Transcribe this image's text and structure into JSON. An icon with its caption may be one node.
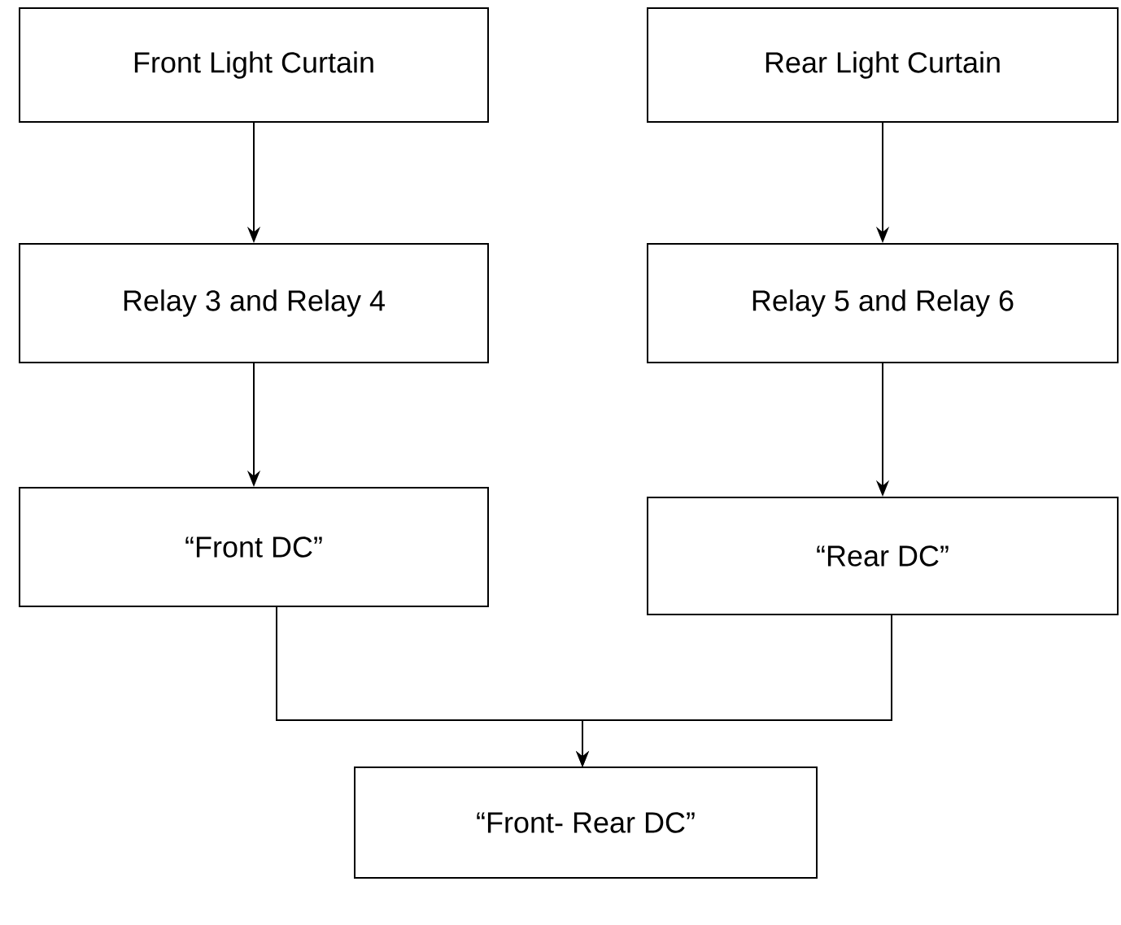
{
  "diagram": {
    "nodes": [
      {
        "text": [
          "Front Light Curtain"
        ]
      },
      {
        "text": [
          "Rear Light Curtain"
        ]
      },
      {
        "text": [
          "Relay 3 and Relay 4"
        ]
      },
      {
        "text": [
          "Relay 5 and Relay 6"
        ]
      },
      {
        "text": [
          "“Front DC”"
        ]
      },
      {
        "text": [
          "“Rear DC”"
        ]
      },
      {
        "text": [
          "“Front- Rear DC”"
        ]
      }
    ],
    "edges": [
      {
        "from": 0,
        "to": 2,
        "arrow": "to"
      },
      {
        "from": 1,
        "to": 3,
        "arrow": "to"
      },
      {
        "from": 2,
        "to": 4,
        "arrow": "to"
      },
      {
        "from": 3,
        "to": 5,
        "arrow": "to"
      },
      {
        "from": 4,
        "to": 6,
        "arrow": "to"
      },
      {
        "from": 5,
        "to": 6,
        "arrow": "to"
      }
    ]
  }
}
